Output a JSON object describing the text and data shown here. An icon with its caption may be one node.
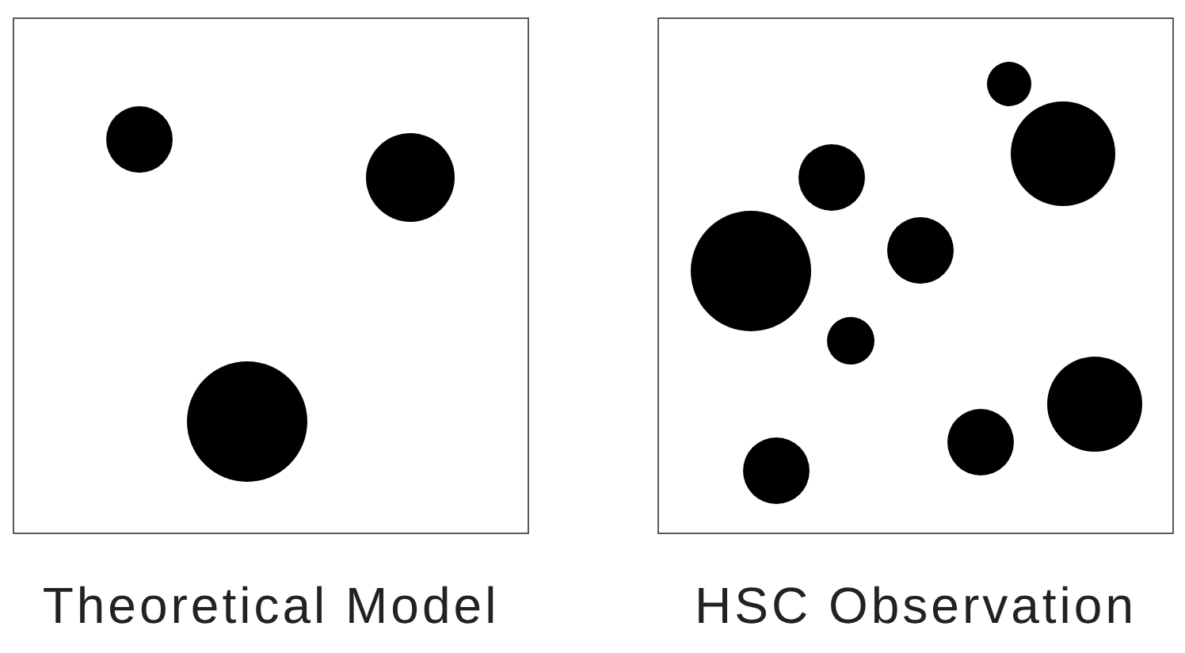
{
  "diagram": {
    "nodes": [
      {
        "text": [
          "Theoretical Model"
        ]
      },
      {
        "text": [],
        "shape": "circle",
        "in": 0
      },
      {
        "text": [],
        "shape": "circle",
        "in": 0
      },
      {
        "text": [],
        "shape": "circle",
        "in": 0
      },
      {
        "text": [
          "HSC Observation"
        ]
      },
      {
        "text": [],
        "shape": "circle",
        "in": 4
      },
      {
        "text": [],
        "shape": "circle",
        "in": 4
      },
      {
        "text": [],
        "shape": "circle",
        "in": 4
      },
      {
        "text": [],
        "shape": "circle",
        "in": 4
      },
      {
        "text": [],
        "shape": "circle",
        "in": 4
      },
      {
        "text": [],
        "shape": "circle",
        "in": 4
      },
      {
        "text": [],
        "shape": "circle",
        "in": 4
      },
      {
        "text": [],
        "shape": "circle",
        "in": 4
      },
      {
        "text": [],
        "shape": "circle",
        "in": 4
      }
    ]
  }
}
